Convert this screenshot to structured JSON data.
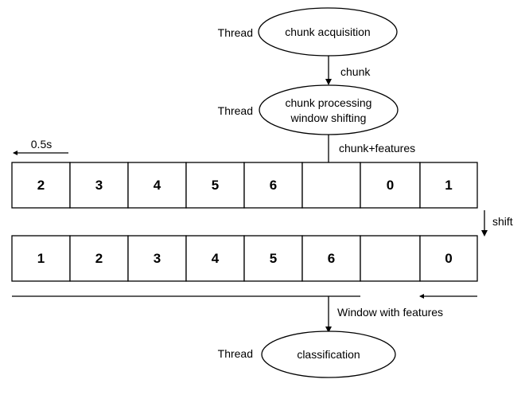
{
  "threads": [
    {
      "thread_label": "Thread",
      "node_label": "chunk acquisition"
    },
    {
      "thread_label": "Thread",
      "node_label_line1": "chunk processing",
      "node_label_line2": "window shifting"
    },
    {
      "thread_label": "Thread",
      "node_label": "classification"
    }
  ],
  "edge_labels": {
    "chunk": "chunk",
    "chunk_features": "chunk+features",
    "shift": "shift",
    "window_with_features": "Window with features"
  },
  "duration_label": "0.5s",
  "buffer_before": [
    "2",
    "3",
    "4",
    "5",
    "6",
    "",
    "0",
    "1"
  ],
  "buffer_after": [
    "1",
    "2",
    "3",
    "4",
    "5",
    "6",
    "",
    "0"
  ]
}
